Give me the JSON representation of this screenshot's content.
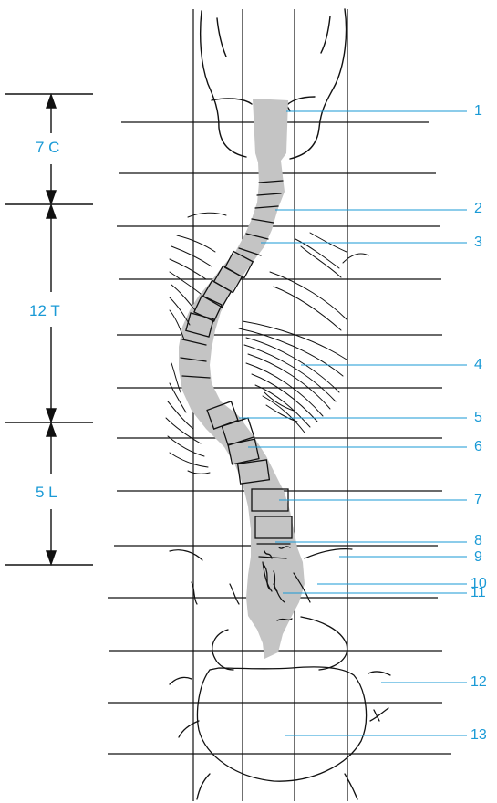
{
  "regions": {
    "cervical": "7 C",
    "thoracic": "12 T",
    "lumbar": "5 L"
  },
  "callouts": [
    "1",
    "2",
    "3",
    "4",
    "5",
    "6",
    "7",
    "8",
    "9",
    "10",
    "11",
    "12",
    "13"
  ],
  "colors": {
    "label_blue": "#1a9ad6",
    "line_black": "#111111",
    "spine_fill": "#c4c4c4"
  }
}
